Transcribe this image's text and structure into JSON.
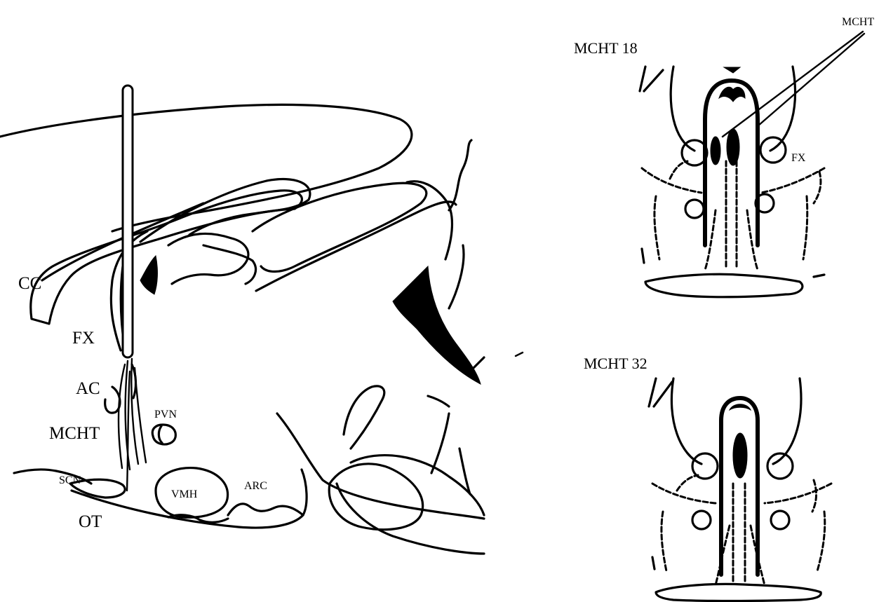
{
  "sagittal": {
    "labels": {
      "cc": "CC",
      "fx": "FX",
      "ac": "AC",
      "mcht": "MCHT",
      "pvn": "PVN",
      "scn": "SCN",
      "vmh": "VMH",
      "arc": "ARC",
      "ot": "OT"
    }
  },
  "section_18": {
    "title": "MCHT 18",
    "fx_label": "FX",
    "callout_label": "MCHT"
  },
  "section_32": {
    "title": "MCHT 32"
  }
}
